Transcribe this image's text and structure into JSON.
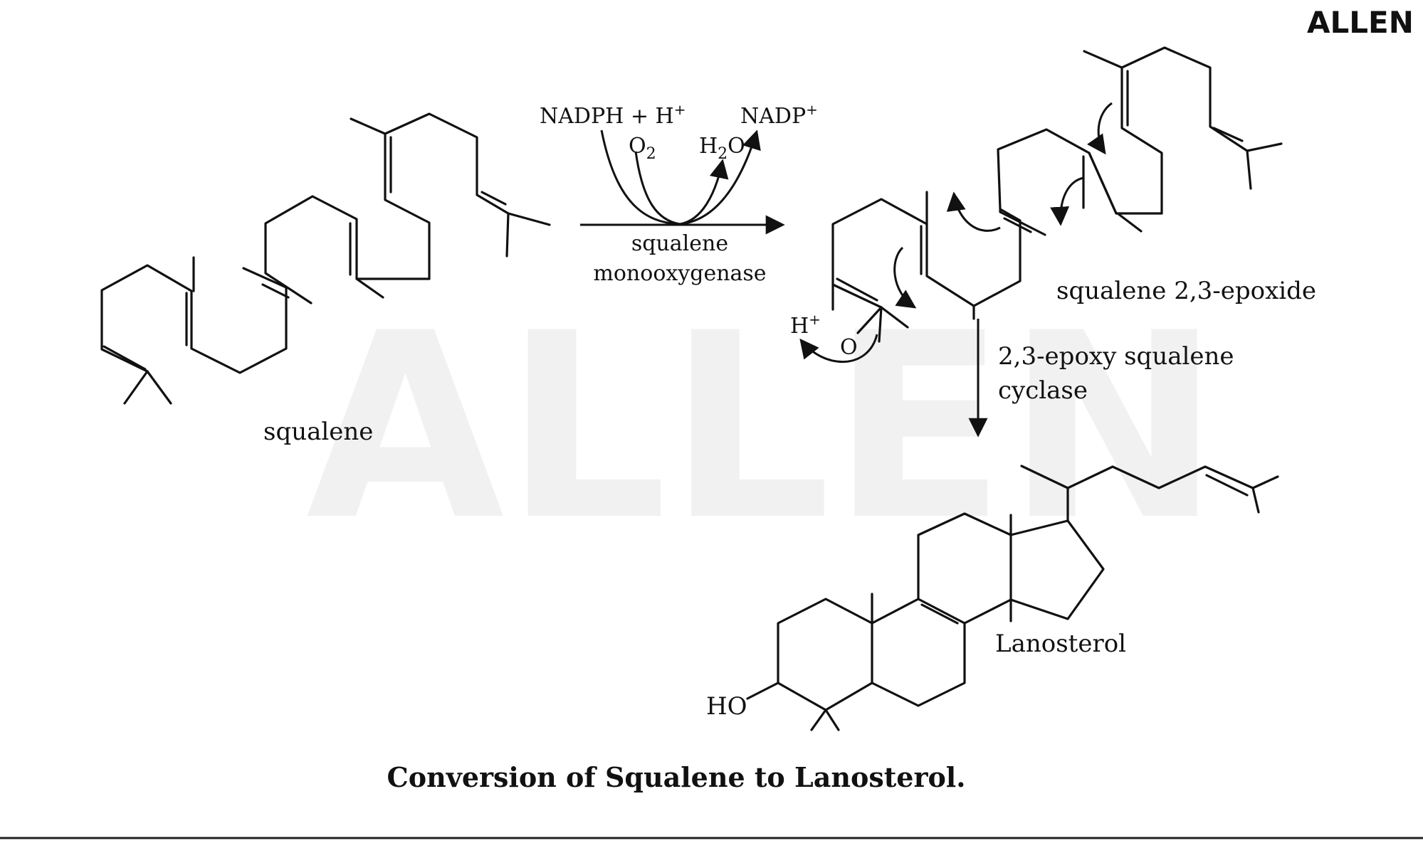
{
  "brand": "ALLEN",
  "watermark": "ALLEN",
  "caption": "Conversion of Squalene to Lanosterol.",
  "molecules": {
    "squalene": "squalene",
    "epoxide": "squalene 2,3-epoxide",
    "lanosterol": "Lanosterol"
  },
  "reaction1": {
    "reactant_main": "NADPH + H",
    "reactant_charge": "+",
    "o2_main": "O",
    "o2_sub": "2",
    "h2o_h": "H",
    "h2o_sub": "2",
    "h2o_o": "O",
    "product_main": "NADP",
    "product_charge": "+",
    "enzyme_line1": "squalene",
    "enzyme_line2": "monooxygenase"
  },
  "reaction2": {
    "enzyme_line1": "2,3-epoxy squalene",
    "enzyme_line2": "cyclase"
  },
  "atoms": {
    "proton_main": "H",
    "proton_charge": "+",
    "oxygen": "O",
    "hydroxyl": "HO"
  }
}
